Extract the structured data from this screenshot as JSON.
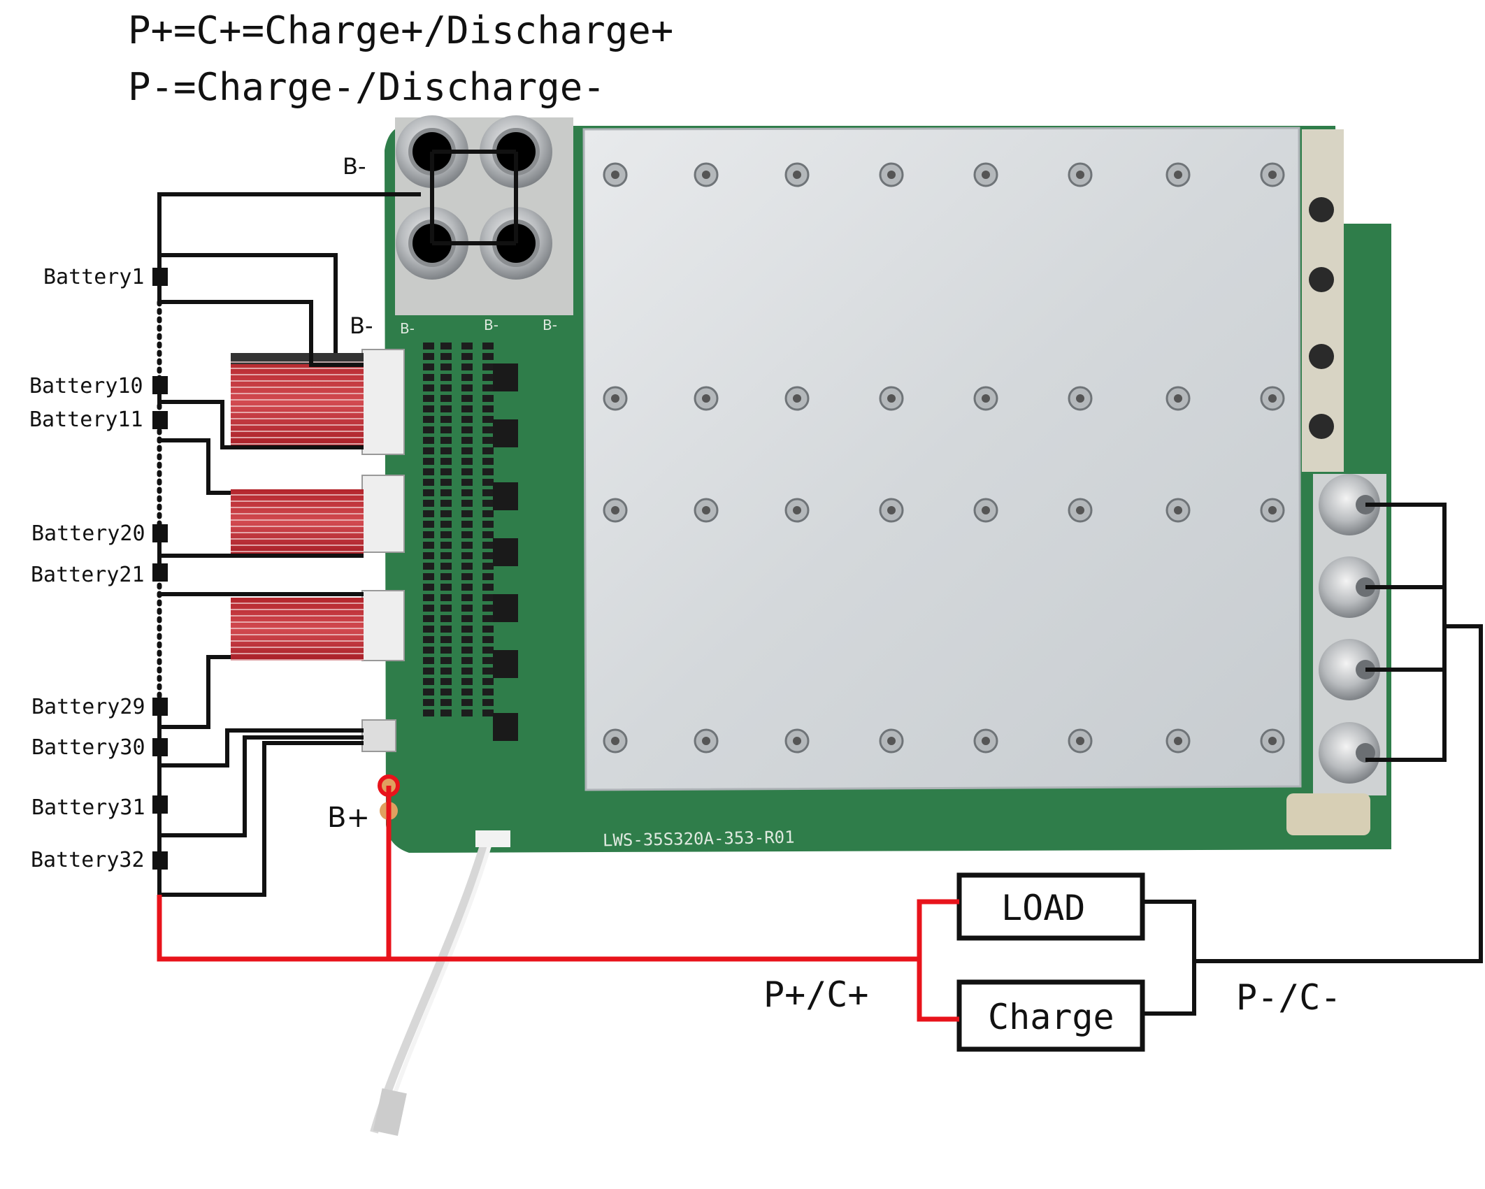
{
  "header": {
    "line1": "P+=C+=Charge+/Discharge+",
    "line2": "P-=Charge-/Discharge-"
  },
  "board": {
    "model": "LWS-35S320A-353-R01",
    "terminal_label": "B-",
    "terminal_label_2": "B-",
    "terminal_label_3": "B-",
    "bplus_silk": "B+",
    "board_color": "#2f7d4a",
    "heatsink_color": "#dcdfe2"
  },
  "labels": {
    "b_minus_top": "B-",
    "b_minus_mid": "B-",
    "b_plus": "B+",
    "p_plus_c_plus": "P+/C+",
    "p_minus_c_minus": "P-/C-",
    "load": "LOAD",
    "charge": "Charge"
  },
  "batteries": [
    "Battery1",
    "Battery10",
    "Battery11",
    "Battery20",
    "Battery21",
    "Battery29",
    "Battery30",
    "Battery31",
    "Battery32"
  ],
  "colors": {
    "positive_wire": "#e8131b",
    "negative_wire": "#111111",
    "balance_wire": "#c8323a"
  }
}
